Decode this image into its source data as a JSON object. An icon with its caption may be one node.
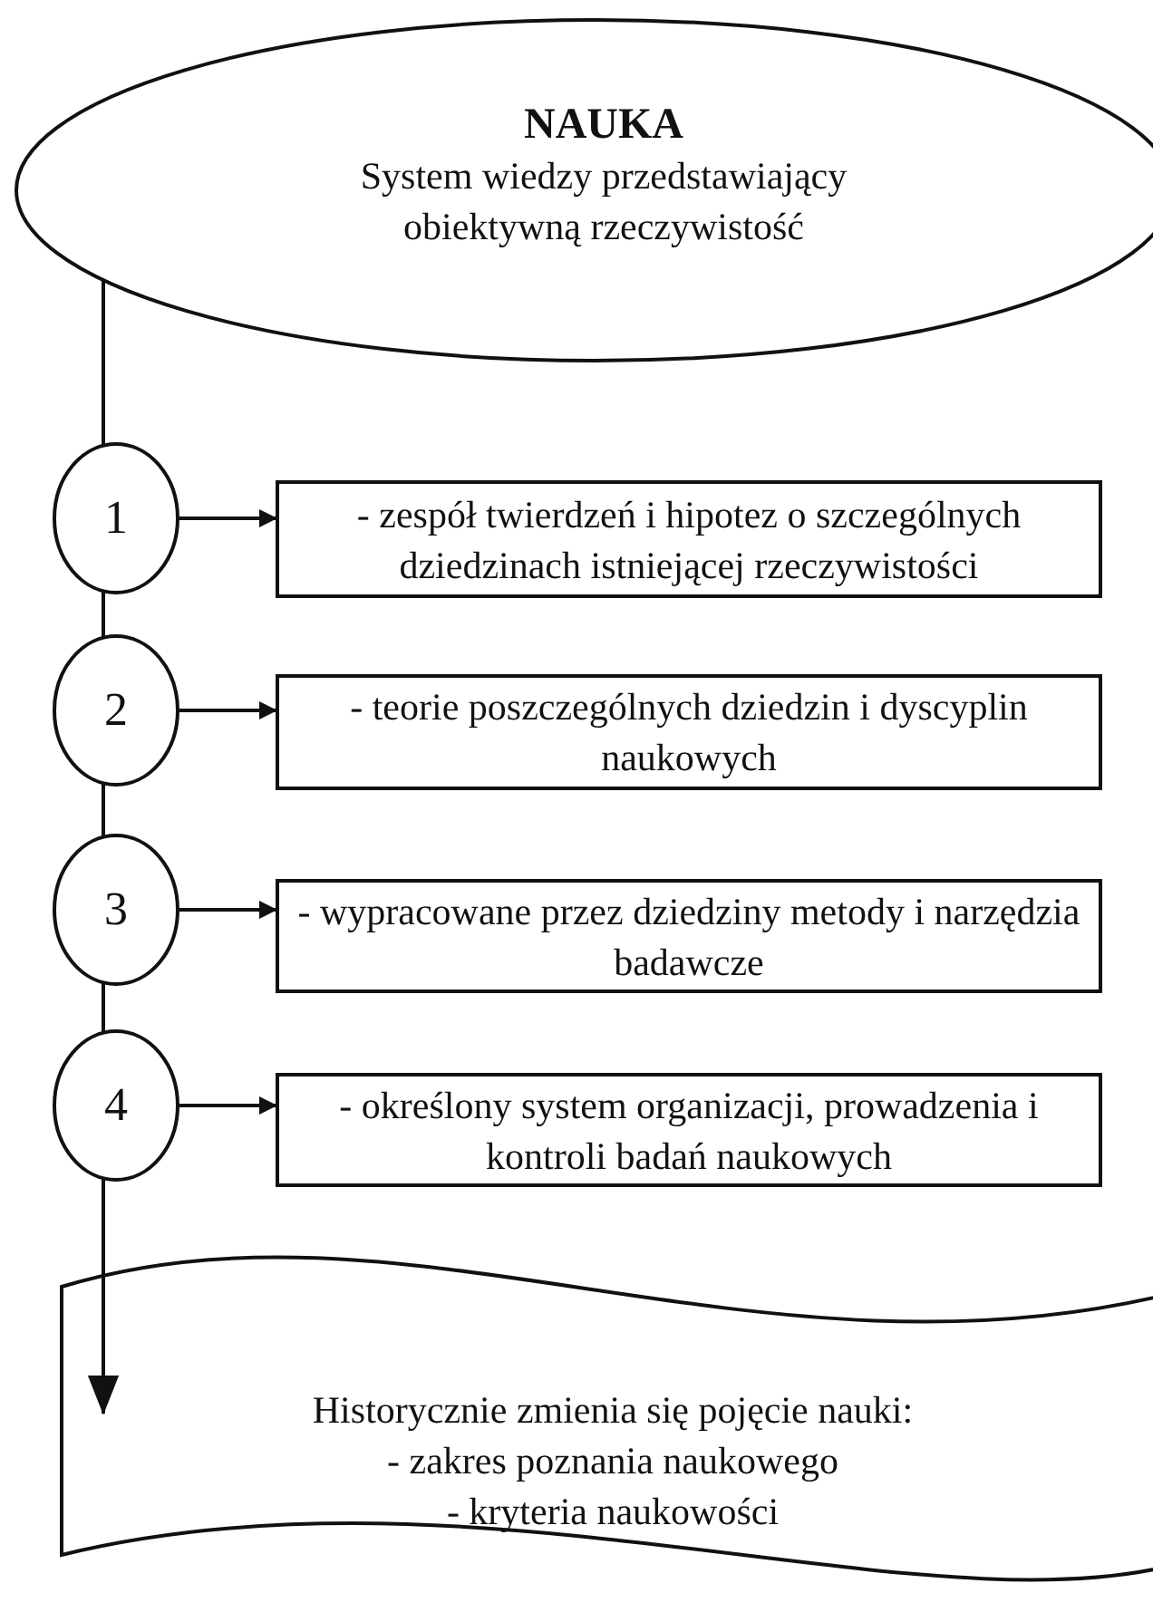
{
  "diagram": {
    "nodes": [
      {
        "text": [
          "NAUKA",
          "System wiedzy przedstawiający obiektywną rzeczywistość"
        ]
      },
      {
        "text": [
          "1"
        ]
      },
      {
        "text": [
          "- zespół twierdzeń i hipotez o szczególnych dziedzinach istniejącej rzeczywistości"
        ]
      },
      {
        "text": [
          "2"
        ]
      },
      {
        "text": [
          "- teorie poszczególnych dziedzin i dyscyplin naukowych"
        ]
      },
      {
        "text": [
          "3"
        ]
      },
      {
        "text": [
          "- wypracowane przez dziedziny metody i narzędzia badawcze"
        ]
      },
      {
        "text": [
          "4"
        ]
      },
      {
        "text": [
          "- określony system organizacji, prowadzenia i kontroli badań naukowych"
        ]
      },
      {
        "text": [
          "Historycznie zmienia się pojęcie nauki:",
          "- zakres poznania naukowego",
          "- kryteria naukowości"
        ]
      }
    ],
    "edges": [
      {
        "from": 0,
        "to": 1,
        "arrow": "none"
      },
      {
        "from": 1,
        "to": 3,
        "arrow": "none"
      },
      {
        "from": 3,
        "to": 5,
        "arrow": "none"
      },
      {
        "from": 5,
        "to": 7,
        "arrow": "none"
      },
      {
        "from": 7,
        "to": 9,
        "arrow": "to"
      },
      {
        "from": 1,
        "to": 2,
        "arrow": "to"
      },
      {
        "from": 3,
        "to": 4,
        "arrow": "to"
      },
      {
        "from": 5,
        "to": 6,
        "arrow": "to"
      },
      {
        "from": 7,
        "to": 8,
        "arrow": "to"
      }
    ]
  }
}
